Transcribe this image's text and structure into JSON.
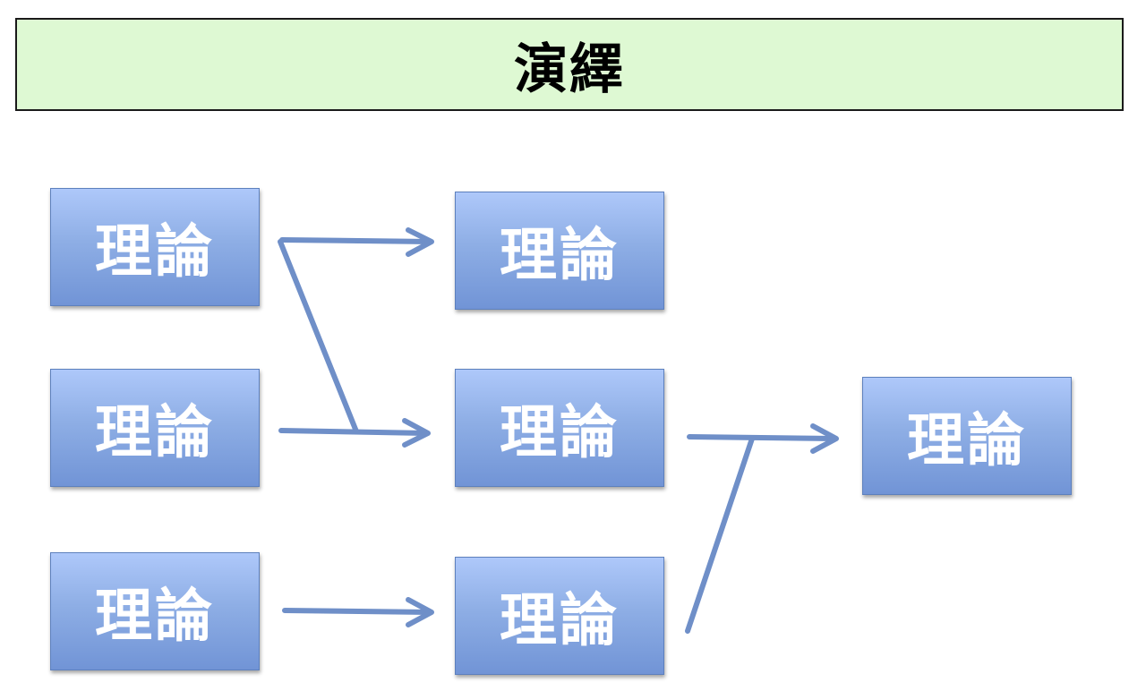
{
  "title": "演繹",
  "nodes": [
    {
      "id": "col1-row1",
      "label": "理論"
    },
    {
      "id": "col1-row2",
      "label": "理論"
    },
    {
      "id": "col1-row3",
      "label": "理論"
    },
    {
      "id": "col2-row1",
      "label": "理論"
    },
    {
      "id": "col2-row2",
      "label": "理論"
    },
    {
      "id": "col2-row3",
      "label": "理論"
    },
    {
      "id": "col3-row2",
      "label": "理論"
    }
  ],
  "colors": {
    "title_background": "#def9d3",
    "node_gradient_top": "#aec8fa",
    "node_gradient_bottom": "#7194d6",
    "arrow": "#6f8fc8"
  }
}
